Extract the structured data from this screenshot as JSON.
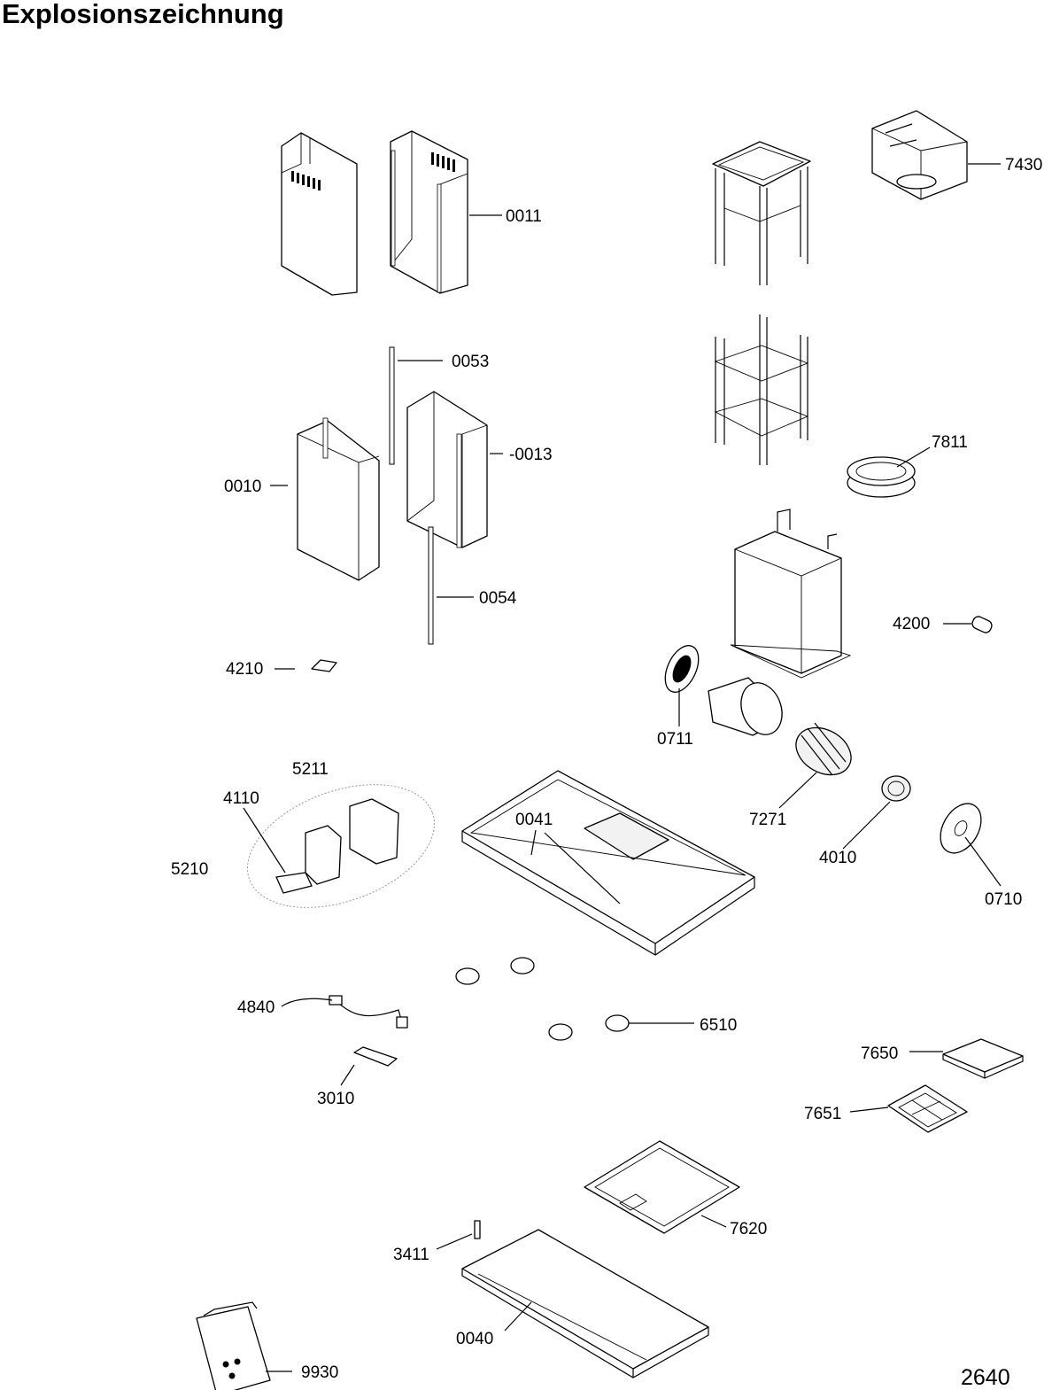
{
  "title": "Explosionszeichnung",
  "page_number": "2640",
  "parts": [
    {
      "id": "part-0011",
      "label": "0011"
    },
    {
      "id": "part-7430",
      "label": "7430"
    },
    {
      "id": "part-0053",
      "label": "0053"
    },
    {
      "id": "part-0013",
      "label": "-0013"
    },
    {
      "id": "part-0010",
      "label": "0010"
    },
    {
      "id": "part-7811",
      "label": "7811"
    },
    {
      "id": "part-0054",
      "label": "0054"
    },
    {
      "id": "part-4200",
      "label": "4200"
    },
    {
      "id": "part-4210",
      "label": "4210"
    },
    {
      "id": "part-0711",
      "label": "0711"
    },
    {
      "id": "part-5211",
      "label": "5211"
    },
    {
      "id": "part-4110",
      "label": "4110"
    },
    {
      "id": "part-0041",
      "label": "0041"
    },
    {
      "id": "part-7271",
      "label": "7271"
    },
    {
      "id": "part-5210",
      "label": "5210"
    },
    {
      "id": "part-4010",
      "label": "4010"
    },
    {
      "id": "part-0710",
      "label": "0710"
    },
    {
      "id": "part-4840",
      "label": "4840"
    },
    {
      "id": "part-6510",
      "label": "6510"
    },
    {
      "id": "part-7650",
      "label": "7650"
    },
    {
      "id": "part-3010",
      "label": "3010"
    },
    {
      "id": "part-7651",
      "label": "7651"
    },
    {
      "id": "part-7620",
      "label": "7620"
    },
    {
      "id": "part-3411",
      "label": "3411"
    },
    {
      "id": "part-0040",
      "label": "0040"
    },
    {
      "id": "part-9930",
      "label": "9930"
    }
  ]
}
